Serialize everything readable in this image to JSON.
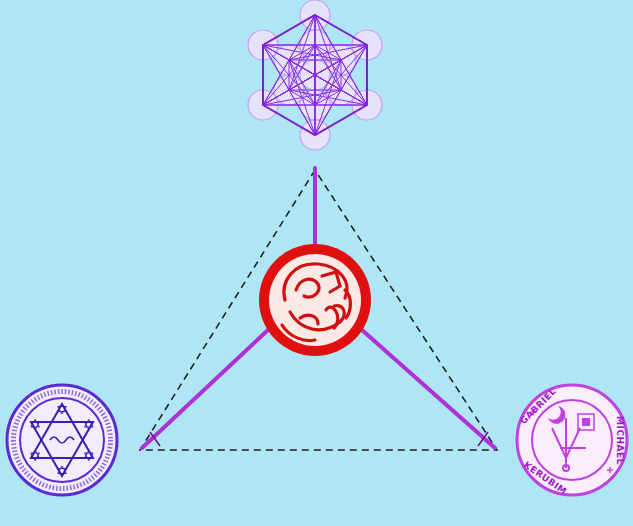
{
  "diagram": {
    "labels": [
      "GABRIEL",
      "MICHAEL",
      "KERUBIM"
    ]
  }
}
